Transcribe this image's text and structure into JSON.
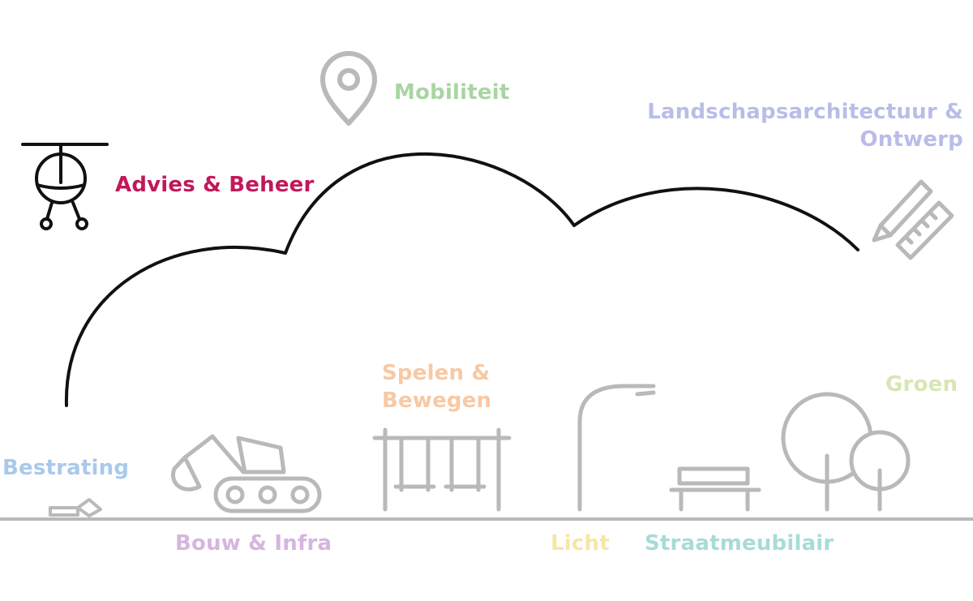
{
  "labels": {
    "advies": "Advies & Beheer",
    "mobiliteit": "Mobiliteit",
    "landschap_line1": "Landschapsarchitectuur &",
    "landschap_line2": "Ontwerp",
    "spelen_line1": "Spelen &",
    "spelen_line2": "Bewegen",
    "groen": "Groen",
    "bestrating": "Bestrating",
    "bouw": "Bouw & Infra",
    "licht": "Licht",
    "straatmeubilair": "Straatmeubilair"
  },
  "colors": {
    "advies": "#c2185b",
    "mobiliteit": "#a8d5a2",
    "landschap": "#b8bde8",
    "spelen": "#f7c9a4",
    "groen": "#d7e6b3",
    "bestrating": "#a9c9ec",
    "bouw": "#d5b6de",
    "licht": "#f7e6a6",
    "straatmeubilair": "#a9dbd6",
    "icon_grey": "#b9b9b9",
    "cloud": "#111111"
  },
  "icons": [
    "helicopter-icon",
    "map-pin-icon",
    "pencil-ruler-icon",
    "paving-stone-icon",
    "excavator-icon",
    "swing-set-icon",
    "street-lamp-icon",
    "bench-icon",
    "trees-icon"
  ]
}
